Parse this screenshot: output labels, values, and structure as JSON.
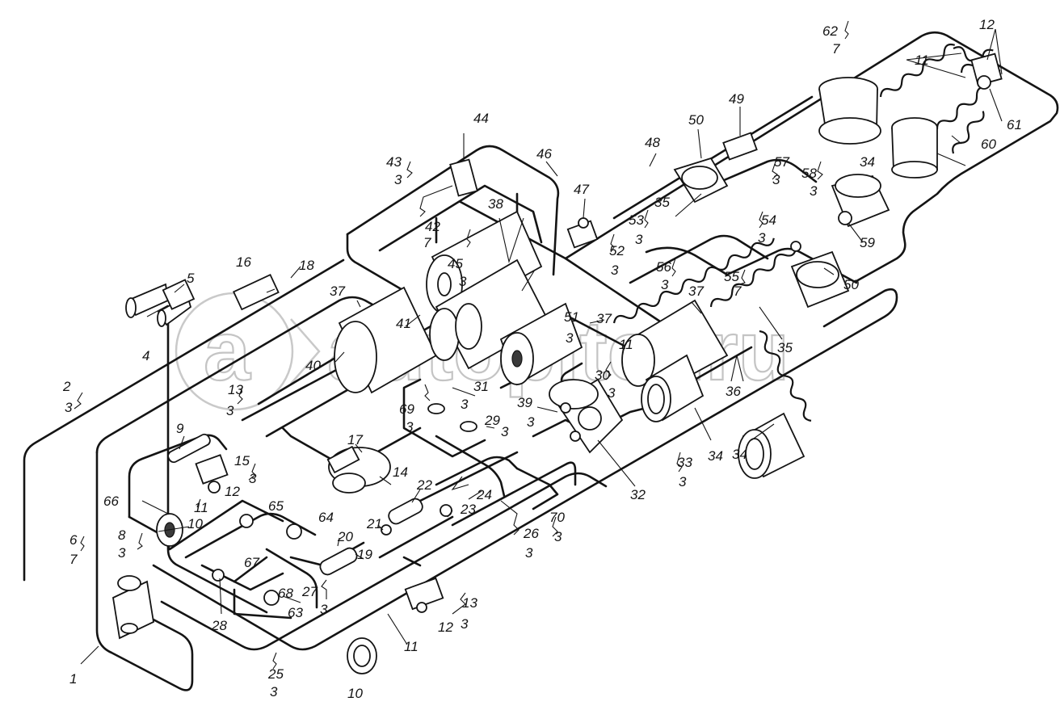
{
  "callouts": {
    "c1": "1",
    "c2": "2",
    "c2s": "3",
    "c3": "3",
    "c4": "4",
    "c5": "5",
    "c6": "6",
    "c6s": "7",
    "c8": "8",
    "c8s": "3",
    "c9": "9",
    "c10a": "10",
    "c10b": "10",
    "c11a": "11",
    "c11b": "11",
    "c11c": "11",
    "c11d": "11",
    "c12a": "12",
    "c12b": "12",
    "c12c": "12",
    "c13a": "13",
    "c13as": "3",
    "c13b": "13",
    "c13bs": "3",
    "c14": "14",
    "c15": "15",
    "c15s": "3",
    "c16": "16",
    "c17": "17",
    "c18": "18",
    "c19": "19",
    "c20": "20",
    "c21": "21",
    "c22": "22",
    "c23": "23",
    "c24": "24",
    "c25": "25",
    "c25s": "3",
    "c26": "26",
    "c26s": "3",
    "c27": "27",
    "c27s": "3",
    "c28": "28",
    "c29": "29",
    "c29s": "3",
    "c30": "30",
    "c30s": "3",
    "c31": "31",
    "c31s": "3",
    "c32": "32",
    "c33": "33",
    "c33s": "3",
    "c34a": "34",
    "c34b": "34",
    "c34c": "34",
    "c35a": "35",
    "c35b": "35",
    "c36": "36",
    "c37a": "37",
    "c37b": "37",
    "c37c": "37",
    "c38": "38",
    "c39": "39",
    "c39s": "3",
    "c40": "40",
    "c41": "41",
    "c42": "42",
    "c42s": "7",
    "c43": "43",
    "c43s": "3",
    "c44": "44",
    "c45": "45",
    "c45s": "3",
    "c46": "46",
    "c47": "47",
    "c48": "48",
    "c49": "49",
    "c50a": "50",
    "c50b": "50",
    "c51": "51",
    "c51s": "3",
    "c52": "52",
    "c52s": "3",
    "c53": "53",
    "c53s": "3",
    "c54": "54",
    "c54s": "3",
    "c55": "55",
    "c55s": "7",
    "c56": "56",
    "c56s": "3",
    "c57": "57",
    "c57s": "3",
    "c58": "58",
    "c58s": "3",
    "c59": "59",
    "c60": "60",
    "c61": "61",
    "c62": "62",
    "c62s": "7",
    "c63": "63",
    "c64": "64",
    "c65": "65",
    "c66": "66",
    "c67": "67",
    "c68": "68",
    "c69": "69",
    "c69s": "3",
    "c70": "70",
    "c70s": "3"
  },
  "watermark": {
    "text": "autopiter.ru",
    "symbol": "a"
  }
}
